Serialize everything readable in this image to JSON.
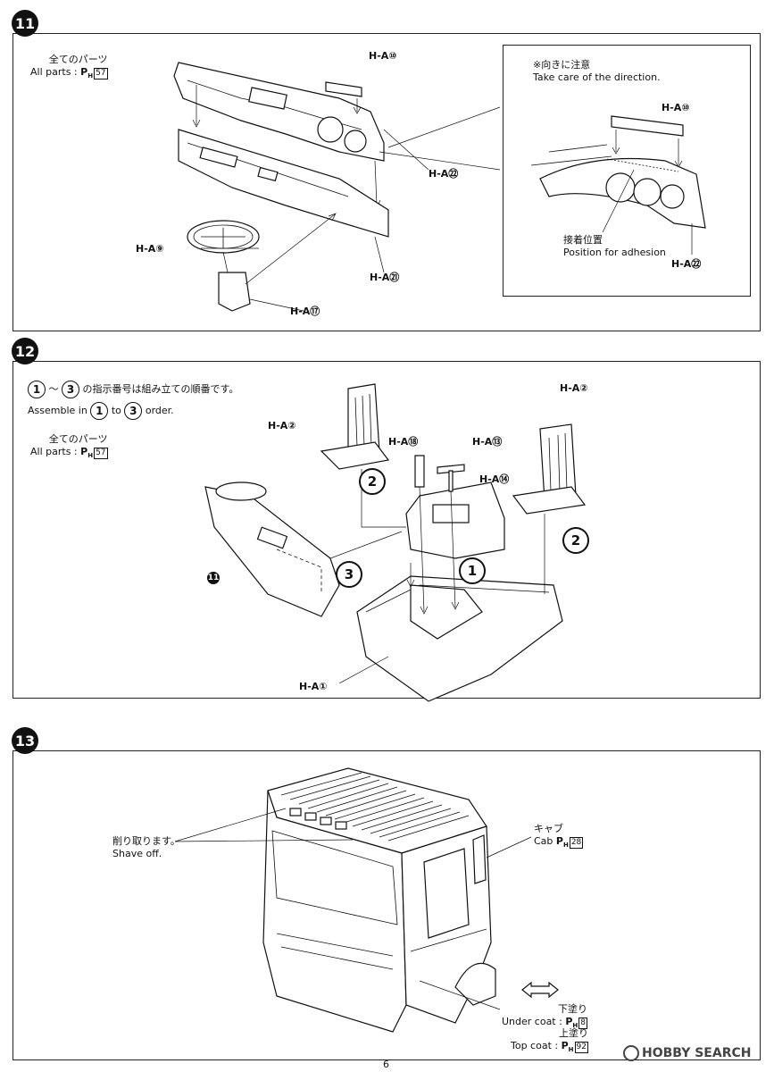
{
  "step11": {
    "number": "11",
    "all_parts_ja": "全てのパーツ",
    "all_parts_en": "All parts",
    "all_parts_ref": "P",
    "all_parts_sub": "H",
    "all_parts_page": "57",
    "labels": {
      "ha10": "H-A⑩",
      "ha22": "H-A㉒",
      "ha9": "H-A⑨",
      "ha21": "H-A㉑",
      "ha17": "H-A⑰"
    },
    "inset": {
      "note_ja": "※向きに注意",
      "note_en": "Take care of the direction.",
      "ha10": "H-A⑩",
      "adhesion_ja": "接着位置",
      "adhesion_en": "Position for adhesion",
      "ha22": "H-A㉒"
    }
  },
  "step12": {
    "number": "12",
    "order_ja": "の指示番号は組み立ての順番です。",
    "order_en_pre": "Assemble in",
    "order_en_to": "to",
    "order_en_post": "order.",
    "order_start": "1",
    "order_tilde": "～",
    "order_end": "3",
    "all_parts_ja": "全てのパーツ",
    "all_parts_en": "All parts",
    "all_parts_ref": "P",
    "all_parts_sub": "H",
    "all_parts_page": "57",
    "labels": {
      "ha2_left": "H-A②",
      "ha2_right": "H-A②",
      "ha18": "H-A⑱",
      "ha13": "H-A⑬",
      "ha14": "H-A⑭",
      "ha1": "H-A①"
    },
    "markers": {
      "m1": "1",
      "m2a": "2",
      "m2b": "2",
      "m3": "3",
      "ref11": "11"
    }
  },
  "step13": {
    "number": "13",
    "shave_ja": "削り取ります。",
    "shave_en": "Shave off.",
    "cab_ja": "キャブ",
    "cab_en": "Cab",
    "cab_ref": "P",
    "cab_sub": "H",
    "cab_page": "28",
    "under_ja": "下塗り",
    "under_en": "Under coat",
    "under_ref": "P",
    "under_sub": "H",
    "under_page": "8",
    "top_ja": "上塗り",
    "top_en": "Top coat",
    "top_ref": "P",
    "top_sub": "H",
    "top_page": "92"
  },
  "footer": {
    "page": "6",
    "brand": "HOBBY SEARCH"
  }
}
